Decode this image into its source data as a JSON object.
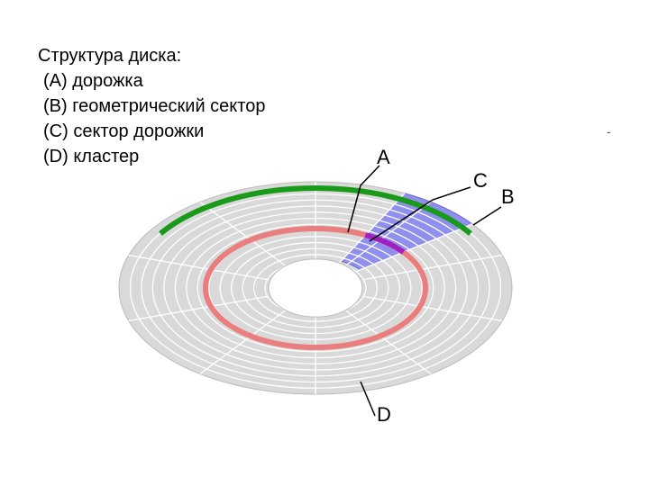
{
  "legend": {
    "title": "Структура диска:",
    "items": [
      "(A) дорожка",
      "(B) геометрический сектор",
      "(C) сектор дорожки",
      "(D) кластер"
    ]
  },
  "side_mark": "-",
  "diagram": {
    "labels": {
      "a": "A",
      "b": "B",
      "c": "C",
      "d": "D"
    },
    "colors": {
      "disk_fill": "#d9d9d9",
      "track_lines": "#ffffff",
      "track_highlight": "#ea7d7d",
      "sector_highlight": "#8f8fee",
      "track_sector_highlight": "#a020c0",
      "cluster_highlight": "#1a9a1a",
      "pointer_lines": "#000000"
    }
  }
}
